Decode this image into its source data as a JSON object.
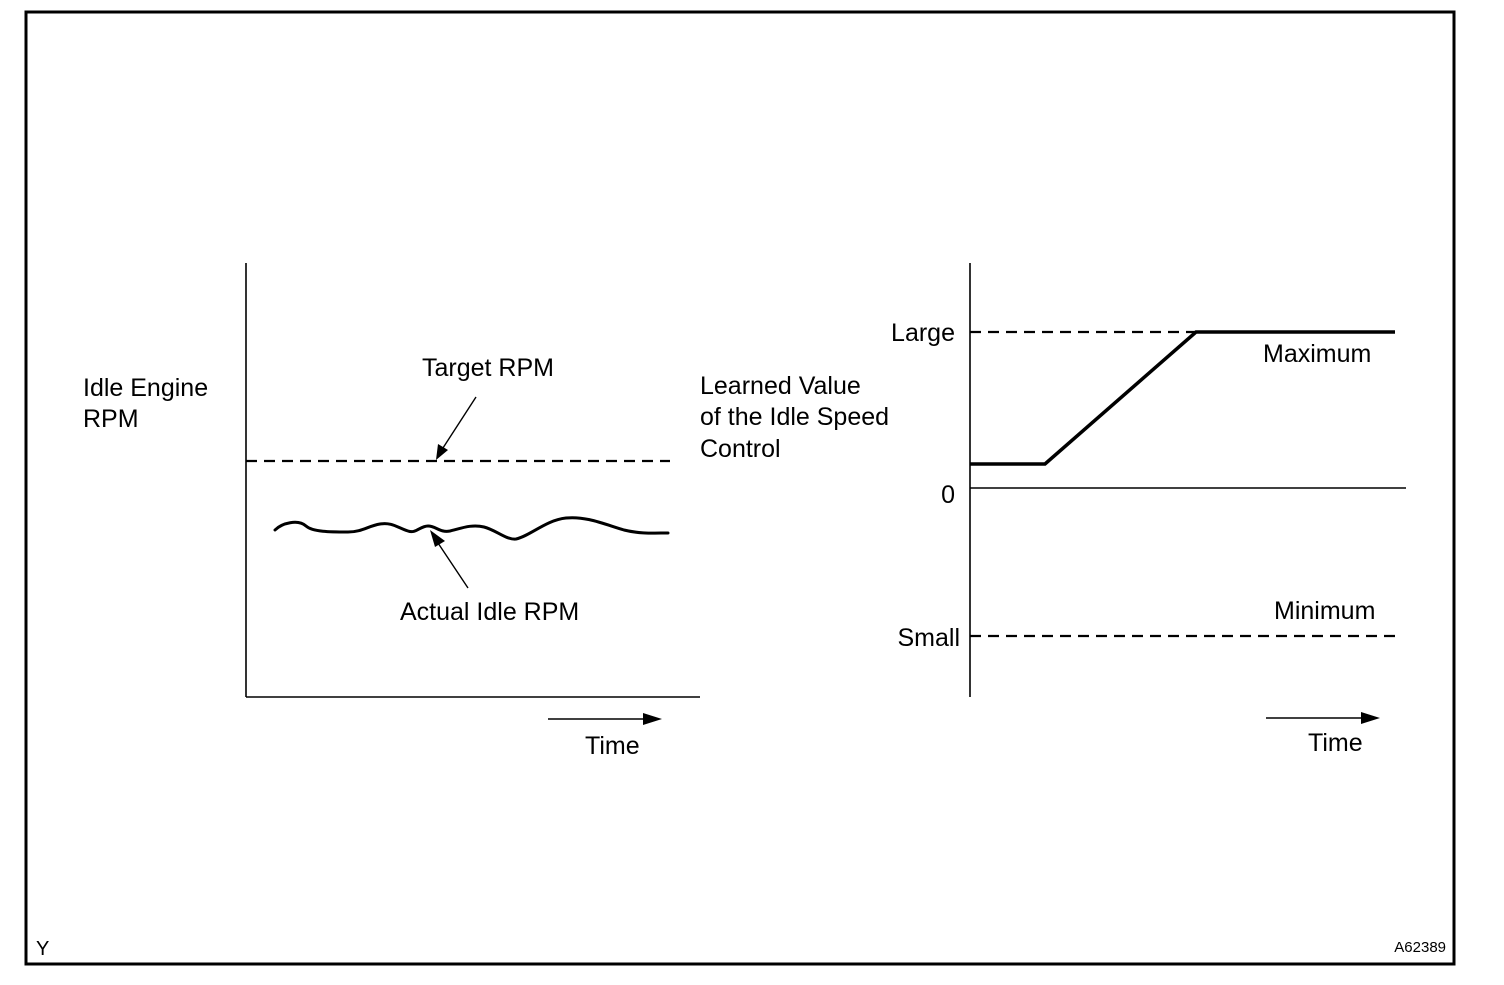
{
  "colors": {
    "ink": "#000000",
    "background": "#ffffff"
  },
  "left_graph": {
    "y_label_line1": "Idle Engine",
    "y_label_line2": "RPM",
    "target_label": "Target RPM",
    "actual_label": "Actual Idle RPM",
    "x_label": "Time"
  },
  "right_graph": {
    "y_label_line1": "Learned Value",
    "y_label_line2": "of the Idle Speed",
    "y_label_line3": "Control",
    "tick_large": "Large",
    "tick_zero": "0",
    "tick_small": "Small",
    "max_label": "Maximum",
    "min_label": "Minimum",
    "x_label": "Time"
  },
  "corner_left": "Y",
  "figure_code": "A62389"
}
